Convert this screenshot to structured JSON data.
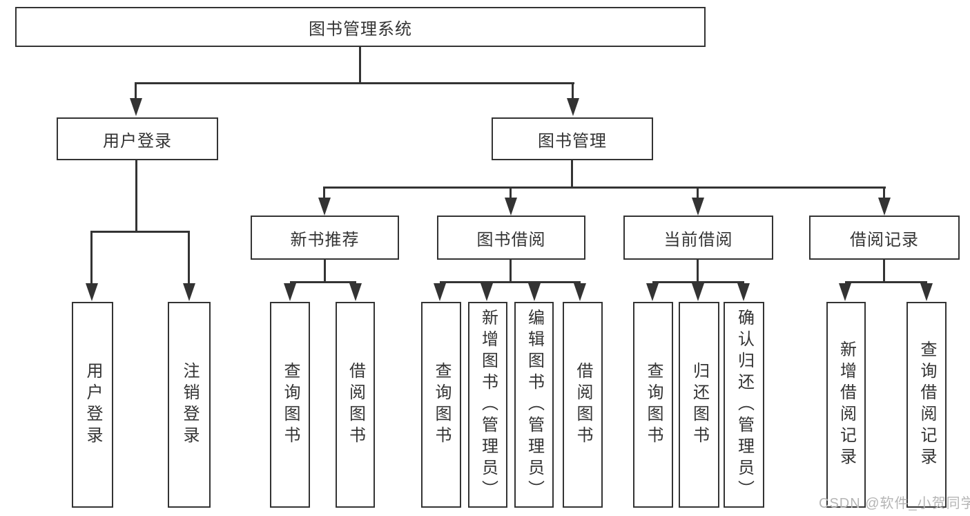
{
  "diagram": {
    "root_label": "图书管理系统",
    "level2": [
      {
        "label": "用户登录"
      },
      {
        "label": "图书管理"
      }
    ],
    "level3": [
      {
        "label": "新书推荐"
      },
      {
        "label": "图书借阅"
      },
      {
        "label": "当前借阅"
      },
      {
        "label": "借阅记录"
      }
    ],
    "leaves": {
      "user_login": [
        "用户登录",
        "注销登录"
      ],
      "new_book_recommend": [
        "查询图书",
        "借阅图书"
      ],
      "book_borrow": [
        "查询图书",
        "新增图书（管理员）",
        "编辑图书（管理员）",
        "借阅图书"
      ],
      "current_borrow": [
        "查询图书",
        "归还图书",
        "确认归还（管理员）"
      ],
      "borrow_records": [
        "新增借阅记录",
        "查询借阅记录"
      ]
    }
  },
  "watermark": "CSDN @软件_小贺同学",
  "colors": {
    "line": "#333333",
    "text": "#333333",
    "background": "#ffffff",
    "watermark": "#b5b5b5"
  }
}
